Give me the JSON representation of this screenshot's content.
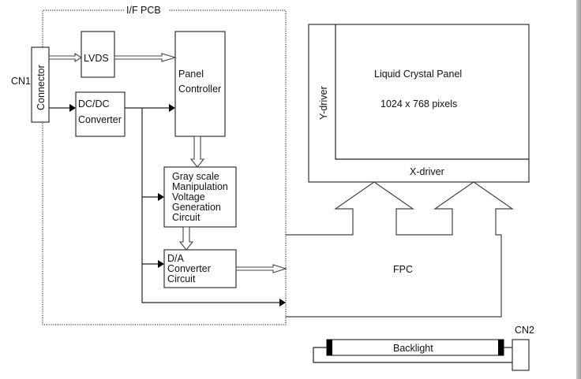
{
  "diagram": {
    "type": "block-diagram",
    "title": "LCD module block diagram",
    "pcb_label": "I/F PCB",
    "connectors": {
      "cn1": "CN1",
      "cn2": "CN2",
      "connector_block": "Connector"
    },
    "blocks": {
      "lvds": "LVDS",
      "dcdc_line1": "DC/DC",
      "dcdc_line2": "Converter",
      "panel_controller_line1": "Panel",
      "panel_controller_line2": "Controller",
      "gray_line1": "Gray scale",
      "gray_line2": "Manipulation",
      "gray_line3": "Voltage",
      "gray_line4": "Generation",
      "gray_line5": "Circuit",
      "da_line1": "D/A",
      "da_line2": "Converter",
      "da_line3": "Circuit"
    },
    "panel": {
      "name": "Liquid Crystal Panel",
      "resolution": "1024 x 768 pixels",
      "y_driver": "Y-driver",
      "x_driver": "X-driver"
    },
    "fpc_label": "FPC",
    "backlight_label": "Backlight",
    "connections": [
      {
        "from": "Connector",
        "to": "LVDS",
        "kind": "bus"
      },
      {
        "from": "LVDS",
        "to": "Panel Controller",
        "kind": "bus"
      },
      {
        "from": "Connector",
        "to": "DC/DC Converter",
        "kind": "signal"
      },
      {
        "from": "DC/DC Converter",
        "to": "Panel Controller",
        "kind": "signal"
      },
      {
        "from": "DC/DC Converter",
        "to": "Gray scale Manipulation Voltage Generation Circuit",
        "kind": "signal"
      },
      {
        "from": "DC/DC Converter",
        "to": "D/A Converter Circuit",
        "kind": "signal"
      },
      {
        "from": "DC/DC Converter",
        "to": "FPC",
        "kind": "signal"
      },
      {
        "from": "Panel Controller",
        "to": "Gray scale Manipulation Voltage Generation Circuit",
        "kind": "bus"
      },
      {
        "from": "Gray scale Manipulation Voltage Generation Circuit",
        "to": "D/A Converter Circuit",
        "kind": "bus"
      },
      {
        "from": "D/A Converter Circuit",
        "to": "FPC",
        "kind": "bus"
      },
      {
        "from": "FPC",
        "to": "X-driver",
        "kind": "bus"
      },
      {
        "from": "Backlight",
        "to": "CN2",
        "kind": "wire"
      }
    ]
  }
}
